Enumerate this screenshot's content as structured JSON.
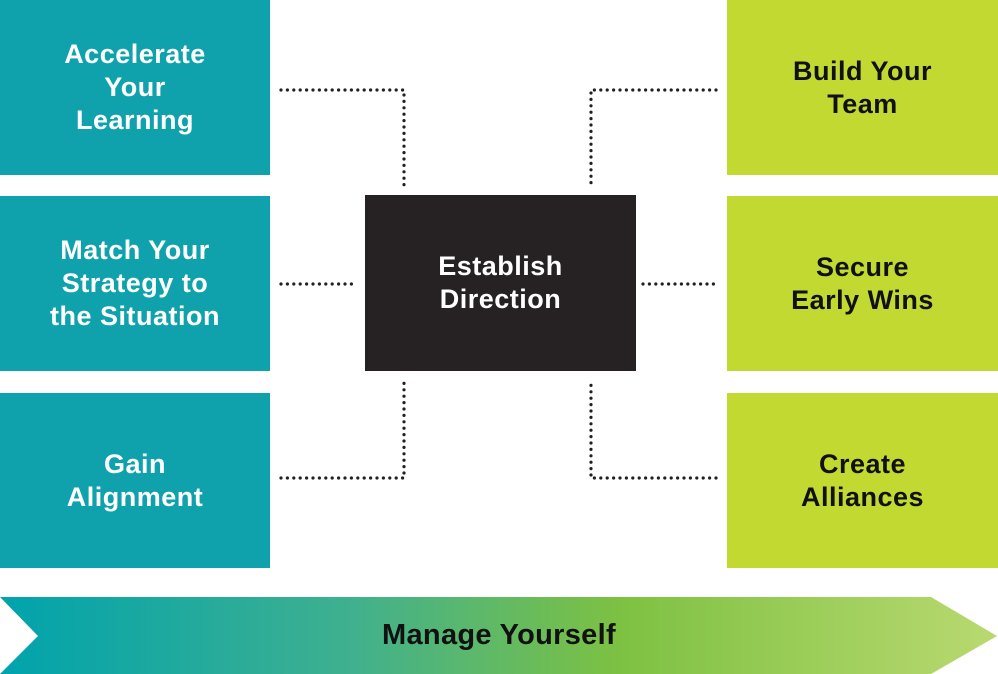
{
  "colors": {
    "teal": "#0fa2ad",
    "lime": "#c2d932",
    "center": "#262223",
    "connector": "#231f20",
    "arrow_start": "#00a3ad",
    "arrow_mid": "#7dc142",
    "arrow_end": "#b9d970"
  },
  "left_boxes": [
    {
      "label": "Accelerate\nYour\nLearning"
    },
    {
      "label": "Match Your\nStrategy to\nthe Situation"
    },
    {
      "label": "Gain\nAlignment"
    }
  ],
  "right_boxes": [
    {
      "label": "Build Your\nTeam"
    },
    {
      "label": "Secure\nEarly Wins"
    },
    {
      "label": "Create\nAlliances"
    }
  ],
  "center_box": {
    "label": "Establish\nDirection"
  },
  "foundation_arrow": {
    "label": "Manage Yourself"
  }
}
